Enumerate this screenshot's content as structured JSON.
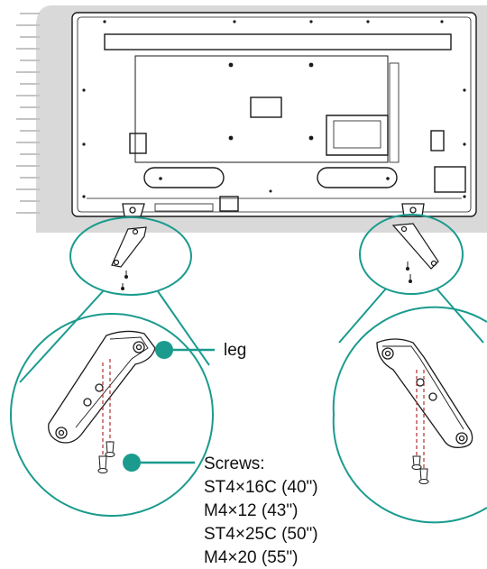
{
  "callouts": {
    "leg_label": "leg",
    "screws_title": "Screws:",
    "screw_sizes": [
      "ST4×16C (40\")",
      "M4×12 (43\")",
      "ST4×25C (50\")",
      "M4×20 (55\")"
    ]
  },
  "colors": {
    "accent_teal": "#1a9b8e",
    "screw_dash": "#b03030",
    "line": "#1a1a1a",
    "wall_gray": "#d9d9d9"
  },
  "icons": [
    "tv-back-panel",
    "tv-leg",
    "screw",
    "callout-dot"
  ]
}
